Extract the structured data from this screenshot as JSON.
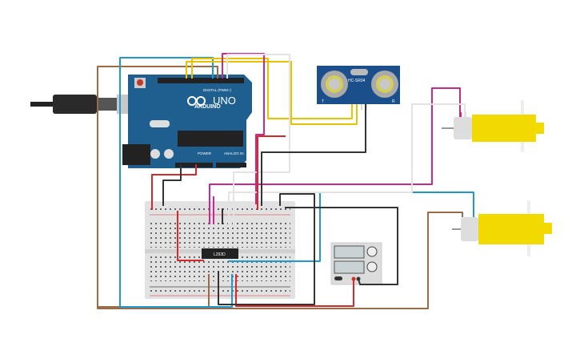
{
  "arduino": {
    "brand": "ARDUINO",
    "model": "UNO",
    "digital_label": "DIGITAL (PWM~)",
    "power_label": "POWER",
    "analog_label": "ANALOG IN",
    "color": "#1e5f8f"
  },
  "sensor": {
    "label": "HC-SR04",
    "left_mark": "T",
    "right_mark": "R",
    "color": "#1b4f8c"
  },
  "driver_chip": {
    "label": "L293D"
  },
  "wire_colors": {
    "red": "#d62a2a",
    "black": "#333333",
    "blue": "#1e9ad0",
    "brown": "#9a6b45",
    "yellow": "#e8c400",
    "magenta": "#c8288f",
    "white": "#e3e3e3"
  }
}
